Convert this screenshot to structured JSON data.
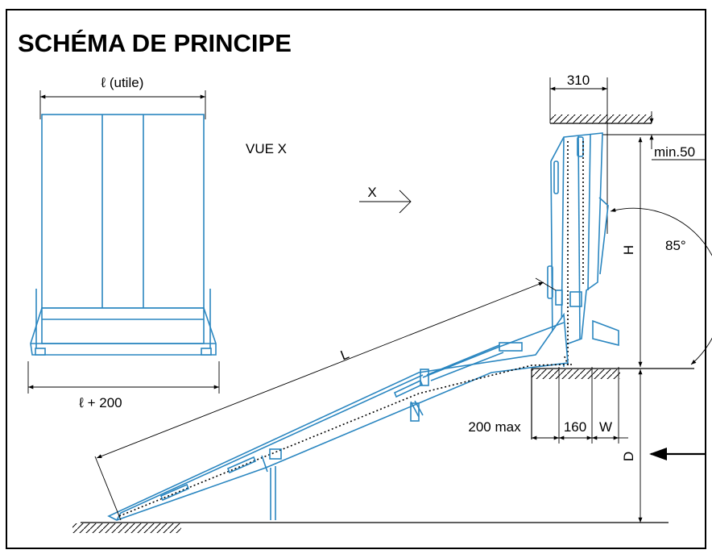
{
  "title": "SCHÉMA DE PRINCIPE",
  "front_view": {
    "width_label": "ℓ (utile)",
    "overall_label": "ℓ + 200"
  },
  "view_label": "VUE X",
  "arrow_label": "X",
  "dimensions": {
    "top_depth": "310",
    "min_clearance": "min.50",
    "height": "H",
    "angle": "85°",
    "length": "L",
    "max_gap": "200 max",
    "pit_offset": "160",
    "wall": "W",
    "depth": "D"
  },
  "colors": {
    "ramp": "#2a86c0",
    "lines": "#000000"
  }
}
